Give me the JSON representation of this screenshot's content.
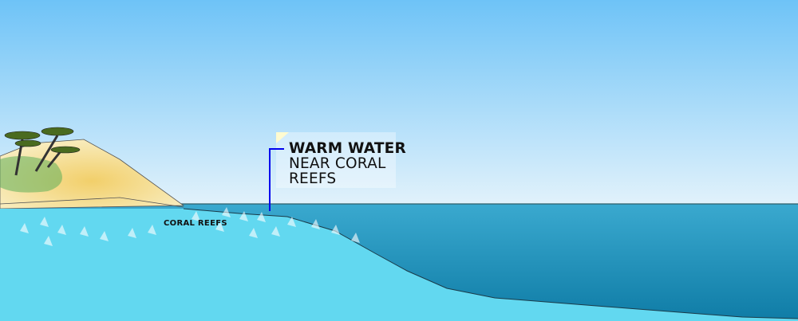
{
  "callout": {
    "line1": "WARM WATER",
    "line2": "NEAR CORAL",
    "line3": "REEFS"
  },
  "labels": {
    "coral_reefs": "CORAL REEFS"
  },
  "colors": {
    "sky_top": "#6ec3f7",
    "sky_bottom": "#dff0fb",
    "shallow_water": "#62d8f0",
    "deep_water": "#1f8fb8",
    "pointer": "#0000ee",
    "sand": "#f7ebb8"
  }
}
